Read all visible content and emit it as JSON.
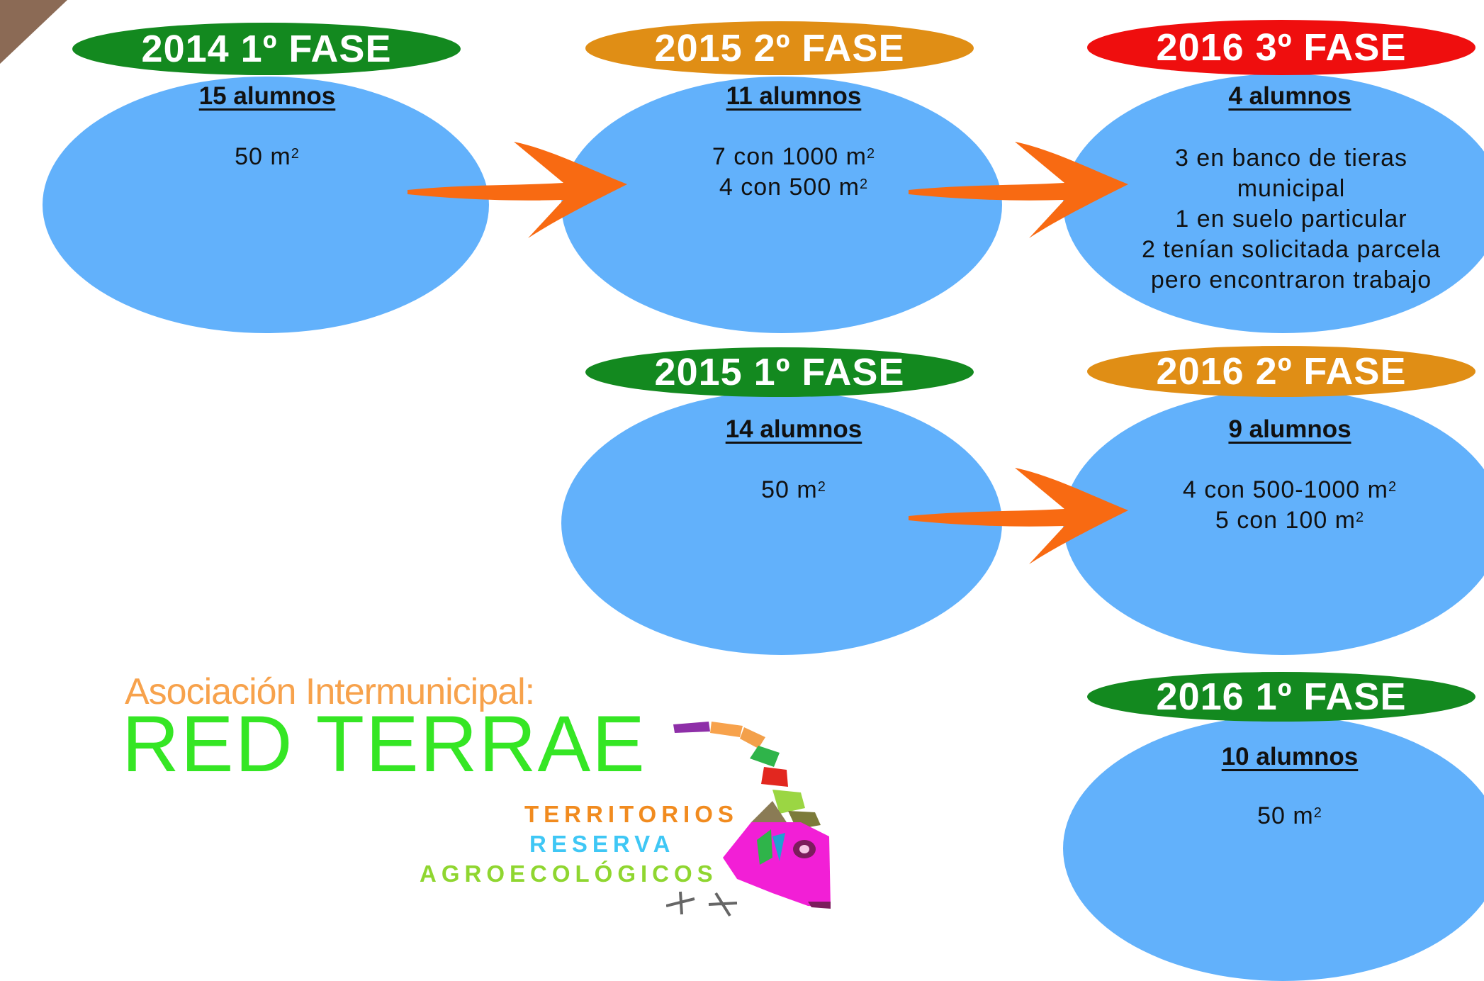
{
  "phases": [
    {
      "id": "p2014_1",
      "title": "2014 1º FASE",
      "count": "15 alumnos",
      "lines": [
        [
          "50 m",
          "2"
        ]
      ]
    },
    {
      "id": "p2015_2",
      "title": "2015 2º FASE",
      "count": "11 alumnos",
      "lines": [
        [
          "7 con 1000 m",
          "2"
        ],
        [
          "4 con 500 m",
          "2"
        ]
      ]
    },
    {
      "id": "p2016_3",
      "title": "2016 3º FASE",
      "count": "4 alumnos",
      "lines": [
        [
          "3 en banco de tieras",
          ""
        ],
        [
          "municipal",
          ""
        ],
        [
          "1 en suelo particular",
          ""
        ],
        [
          "2 tenían solicitada parcela",
          ""
        ],
        [
          "pero encontraron trabajo",
          ""
        ]
      ]
    },
    {
      "id": "p2015_1",
      "title": "2015 1º FASE",
      "count": "14 alumnos",
      "lines": [
        [
          "50 m",
          "2"
        ]
      ]
    },
    {
      "id": "p2016_2",
      "title": "2016 2º FASE",
      "count": "9 alumnos",
      "lines": [
        [
          "4 con 500-1000 m",
          "2"
        ],
        [
          "5 con 100 m",
          "2"
        ]
      ]
    },
    {
      "id": "p2016_1",
      "title": "2016 1º FASE",
      "count": "10 alumnos",
      "lines": [
        [
          "50 m",
          "2"
        ]
      ]
    }
  ],
  "logo": {
    "top": "Asociación Intermunicipal:",
    "main": "RED TERRAE",
    "sub1": "TERRITORIOS",
    "sub2": "RESERVA",
    "sub3": "AGROECOLÓGICOS"
  },
  "colors": {
    "bubble": "#62b1fb",
    "green": "#13891f",
    "orange": "#e08e15",
    "red": "#ef0e0e",
    "arrow": "#f86a12"
  }
}
